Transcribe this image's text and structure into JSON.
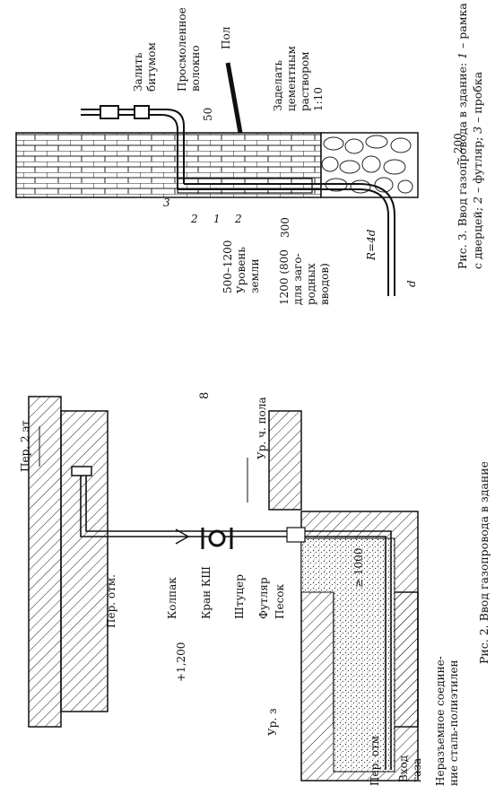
{
  "page": {
    "number": "8"
  },
  "fig3": {
    "caption_line1_a": "Рис. 3. Ввод газопровода в здание: ",
    "caption_line1_i": "1",
    "caption_line1_b": " – рамка",
    "caption_line2_a": "с дверцей; ",
    "caption_line2_i2": "2",
    "caption_line2_b": " – футляр; ",
    "caption_line2_i3": "3",
    "caption_line2_c": " – пробка",
    "labels": {
      "bitumen_1": "Залить",
      "bitumen_2": "битумом",
      "fiber_1": "Просмоленное",
      "fiber_2": "волокно",
      "floor": "Пол",
      "cement_1": "Заделать",
      "cement_2": "цементным",
      "cement_3": "раствором",
      "cement_4": "1:10",
      "ground_1": "500–1200",
      "ground_2": "Уровень",
      "ground_3": "земли",
      "rural_1": "1200 (800",
      "rural_2": "для заго-",
      "rural_3": "родных",
      "rural_4": "вводов)",
      "dim_50": "50",
      "dim_300": "300",
      "dim_200": "~ 200",
      "radius": "R=4d",
      "diam": "d",
      "n1": "1",
      "n2a": "2",
      "n2b": "2",
      "n3": "3"
    }
  },
  "fig2": {
    "caption": "Рис. 2. Ввод газопровода в здание",
    "labels": {
      "per_2et": "Пер. 2 эт",
      "ur_ch_pola": "Ур. ч. пола",
      "per_otm_top": "Пер. отм.",
      "kolpak": "Колпак",
      "kran": "Кран КШ",
      "shtucer": "Штуцер",
      "futlyar": "Футляр",
      "pesok": "Песок",
      "plus1200": "+1,200",
      "ur_z": "Ур. з",
      "per_otm_bottom": "Пер. отм",
      "vhod_1": "Вход",
      "vhod_2": "газа",
      "neraz_1": "Неразъемное соедине-",
      "neraz_2": "ние сталь-полиэтилен",
      "ge1000": "≥ 1000"
    }
  }
}
